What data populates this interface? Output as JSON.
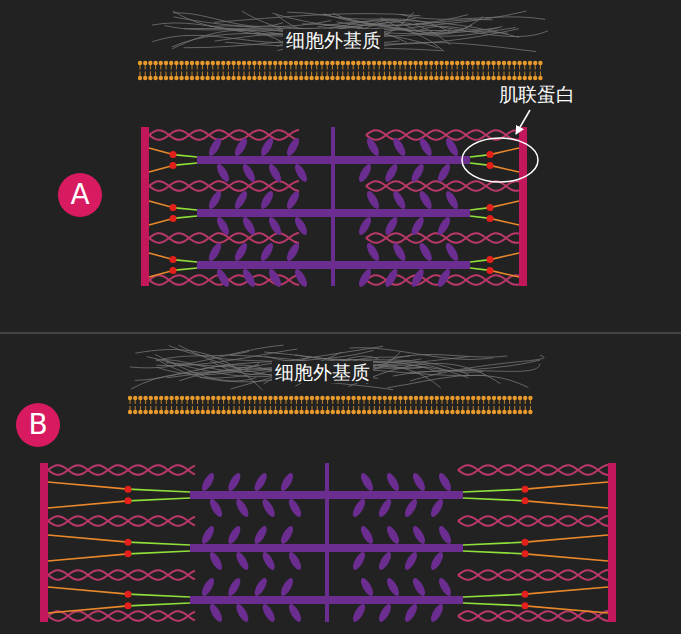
{
  "diagram": {
    "nodes": [
      {
        "text": [
          "A"
        ]
      },
      {
        "text": [
          "B"
        ]
      }
    ],
    "edges": [],
    "labels": [
      "细胞外基质",
      "肌联蛋白",
      "细胞外基质"
    ]
  }
}
